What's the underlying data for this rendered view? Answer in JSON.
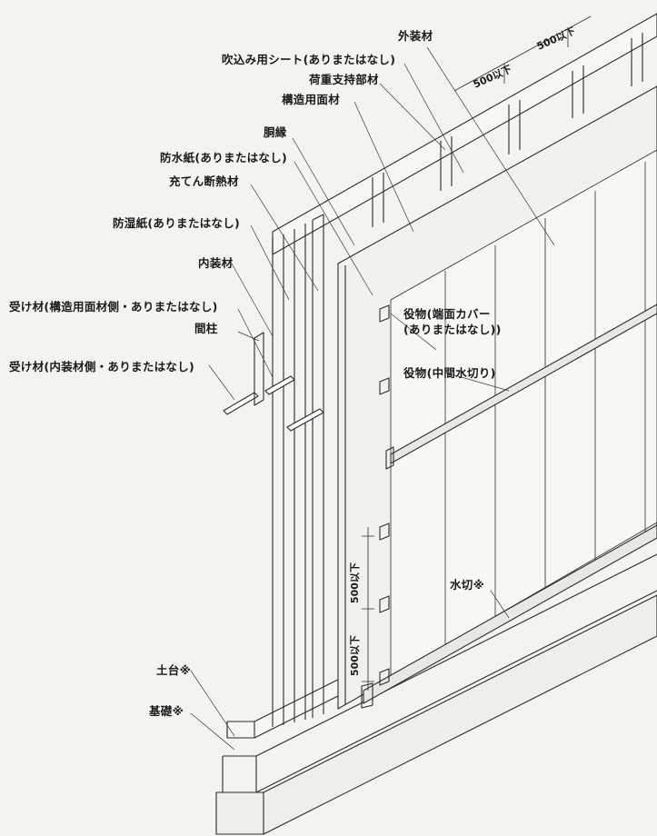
{
  "labels": {
    "exterior_cladding": "外装材",
    "blown_sheet": "吹込み用シート(ありまたはなし)",
    "load_support": "荷重支持部材",
    "structural_panel": "構造用面材",
    "furring": "胴縁",
    "waterproof_paper": "防水紙(ありまたはなし)",
    "insulation": "充てん断熱材",
    "vapor_barrier": "防湿紙(ありまたはなし)",
    "interior_finish": "内装材",
    "receiver_structural": "受け材(構造用面材側・ありまたはなし)",
    "stud": "間柱",
    "receiver_interior": "受け材(内装材側・ありまたはなし)",
    "trim_end_cover_line1": "役物(端面カバー",
    "trim_end_cover_line2": "(ありまたはなし))",
    "trim_middle_flashing": "役物(中間水切り)",
    "flashing": "水切※",
    "sill": "土台※",
    "foundation": "基礎※"
  },
  "dimensions": {
    "top_spacing_1": "500以下",
    "top_spacing_2": "500以下",
    "vertical_spacing_1": "500以下",
    "vertical_spacing_2": "500以下"
  },
  "colors": {
    "line": "#2b2b2b",
    "paper": "#f4f3ef",
    "leader": "#3a3a3a"
  }
}
